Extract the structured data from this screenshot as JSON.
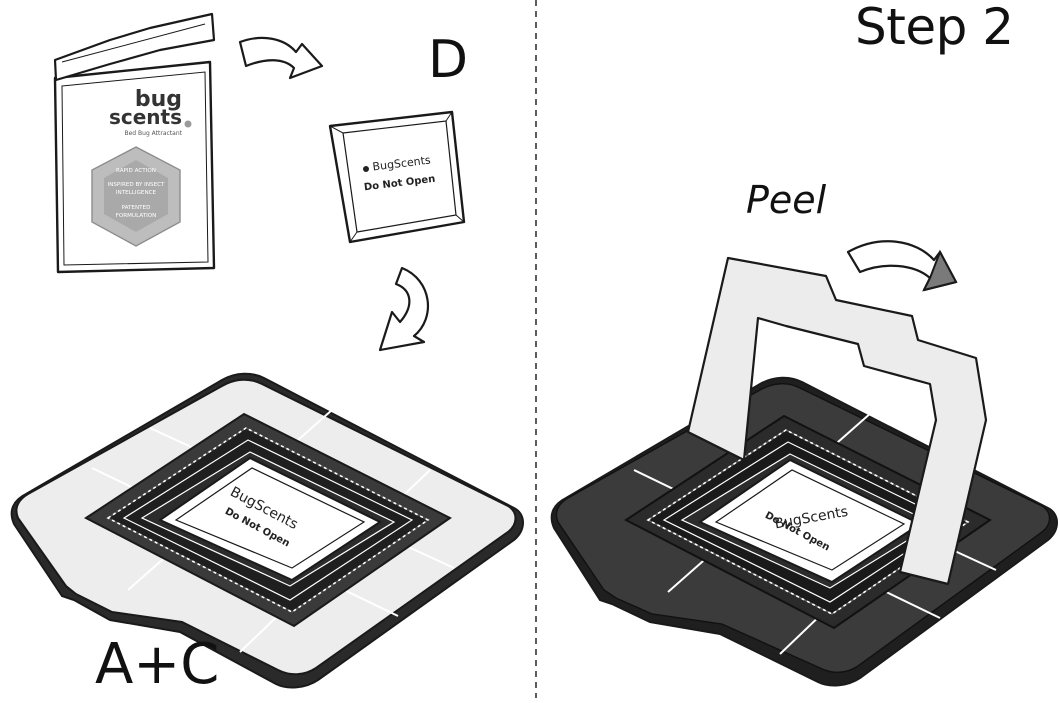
{
  "step_title": "Step 2",
  "label_d": "D",
  "label_ac": "A+C",
  "label_peel": "Peel",
  "pouch": {
    "brand_top": "bug",
    "brand_bottom": "scents",
    "tagline": "Bed Bug Attractant",
    "badge_lines": [
      "RAPID ACTION",
      "INSPIRED BY INSECT",
      "INTELLIGENCE",
      "PATENTED",
      "FORMULATION"
    ]
  },
  "sachet": {
    "brand": "BugScents",
    "warning": "Do Not Open"
  },
  "colors": {
    "outline": "#1a1a1a",
    "trap_black": "#2a2a2a",
    "pad_gray": "#ededed",
    "arrow_gray": "#7a7a7a",
    "badge_gray": "#a9a9a9"
  }
}
